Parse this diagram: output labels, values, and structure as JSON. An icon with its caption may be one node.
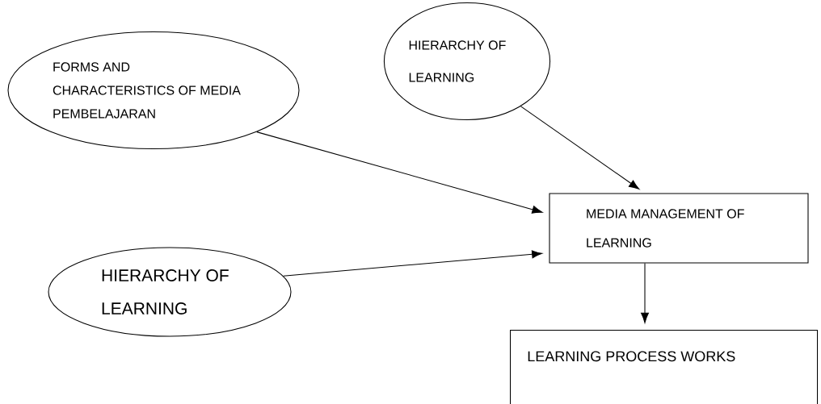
{
  "diagram": {
    "nodes": [
      {
        "text": [
          "FORMS AND CHARACTERISTICS OF MEDIA PEMBELAJARAN"
        ]
      },
      {
        "text": [
          "HIERARCHY OF LEARNING"
        ]
      },
      {
        "text": [
          "HIERARCHY OF LEARNING"
        ]
      },
      {
        "text": [
          "MEDIA MANAGEMENT OF LEARNING"
        ]
      },
      {
        "text": [
          "LEARNING PROCESS WORKS"
        ]
      }
    ],
    "edges": [
      {
        "from": 0,
        "to": 3,
        "arrow": "to"
      },
      {
        "from": 2,
        "to": 3,
        "arrow": "to"
      },
      {
        "from": 1,
        "to": 3,
        "arrow": "to"
      },
      {
        "from": 3,
        "to": 4,
        "arrow": "to"
      }
    ]
  }
}
